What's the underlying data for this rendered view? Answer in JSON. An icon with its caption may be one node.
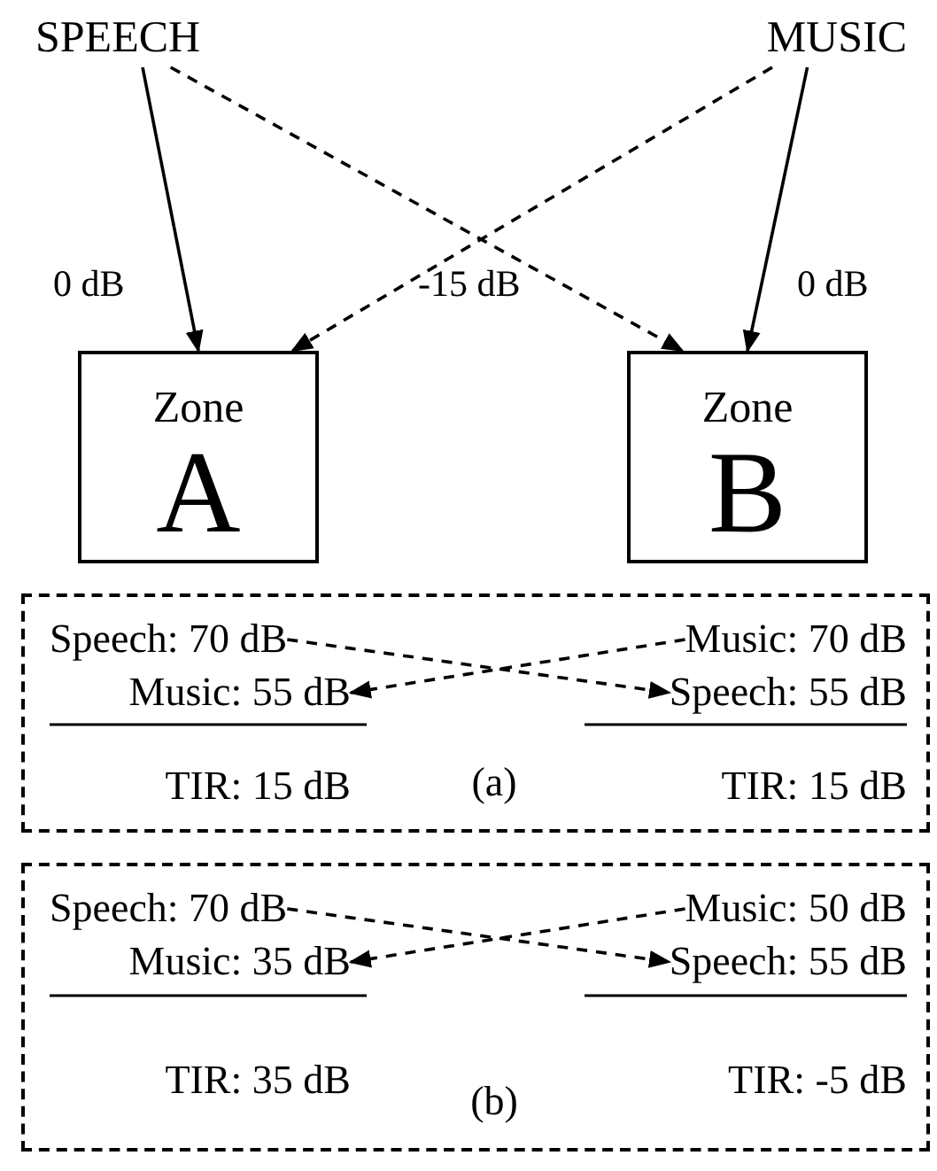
{
  "diagram": {
    "nodes": [
      {
        "text": [
          "SPEECH"
        ]
      },
      {
        "text": [
          "MUSIC"
        ]
      },
      {
        "text": [
          "Zone",
          "A"
        ]
      },
      {
        "text": [
          "Zone",
          "B"
        ]
      },
      {
        "text": [
          "(a)"
        ]
      },
      {
        "text": [
          "Speech: 70 dB"
        ],
        "in": 4
      },
      {
        "text": [
          "Music: 70 dB"
        ],
        "in": 4
      },
      {
        "text": [
          "Music: 55 dB"
        ],
        "in": 4
      },
      {
        "text": [
          "Speech: 55 dB"
        ],
        "in": 4
      },
      {
        "text": [
          "TIR: 15 dB"
        ],
        "in": 4
      },
      {
        "text": [
          "TIR: 15 dB"
        ],
        "in": 4
      },
      {
        "text": [
          "(b)"
        ]
      },
      {
        "text": [
          "Speech: 70 dB"
        ],
        "in": 11
      },
      {
        "text": [
          "Music: 50 dB"
        ],
        "in": 11
      },
      {
        "text": [
          "Music: 35 dB"
        ],
        "in": 11
      },
      {
        "text": [
          "Speech: 55 dB"
        ],
        "in": 11
      },
      {
        "text": [
          "TIR: 35 dB"
        ],
        "in": 11
      },
      {
        "text": [
          "TIR: -5 dB"
        ],
        "in": 11
      }
    ],
    "edges": [
      {
        "from": 0,
        "to": 2,
        "arrow": "to",
        "label": "0 dB"
      },
      {
        "from": 0,
        "to": 3,
        "arrow": "to",
        "style": "dashed"
      },
      {
        "from": 1,
        "to": 2,
        "arrow": "to",
        "style": "dashed"
      },
      {
        "from": 1,
        "to": 3,
        "arrow": "to",
        "label": "0 dB"
      },
      {
        "from": 5,
        "to": 8,
        "arrow": "to",
        "style": "dashed"
      },
      {
        "from": 6,
        "to": 7,
        "arrow": "to",
        "style": "dashed"
      },
      {
        "from": 12,
        "to": 15,
        "arrow": "to",
        "style": "dashed"
      },
      {
        "from": 13,
        "to": 14,
        "arrow": "to",
        "style": "dashed"
      }
    ],
    "labels": [
      "-15 dB"
    ]
  }
}
